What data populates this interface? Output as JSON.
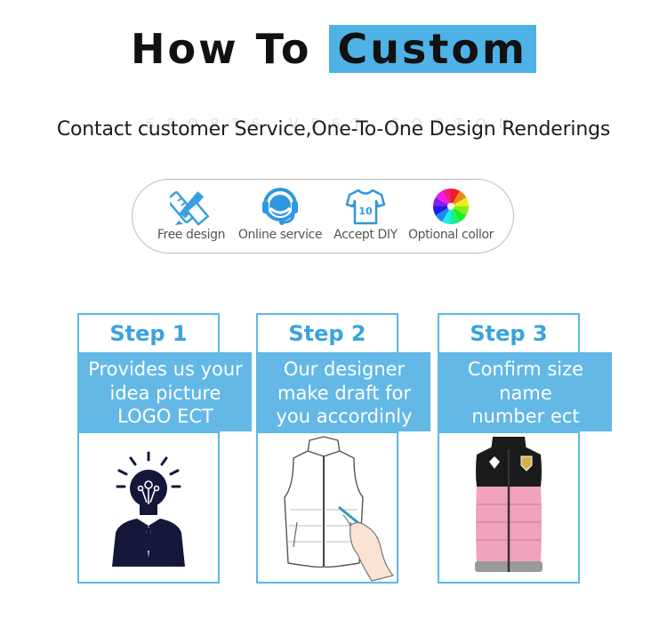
{
  "header": {
    "title_part1": "How To",
    "title_part2": "Custom",
    "watermark": "SPORTS VEST COTTON",
    "subtitle": "Contact customer Service,One-To-One Design Renderings"
  },
  "features": [
    {
      "label": "Free design",
      "icon": "pencil-ruler-icon"
    },
    {
      "label": "Online service",
      "icon": "headset-icon"
    },
    {
      "label": "Accept DIY",
      "icon": "tshirt-icon"
    },
    {
      "label": "Optional collor",
      "icon": "color-wheel-icon"
    }
  ],
  "steps": [
    {
      "step": "Step 1",
      "line1": "Provides us your",
      "line2": "idea picture",
      "line3": "LOGO ECT",
      "image": "lightbulb-businessman-icon"
    },
    {
      "step": "Step 2",
      "line1": "Our designer",
      "line2": "make draft for",
      "line3": "you accordinly",
      "image": "vest-sketch-icon"
    },
    {
      "step": "Step 3",
      "line1": "Confirm size",
      "line2": "name",
      "line3": "number ect",
      "image": "pink-vest-icon"
    }
  ],
  "tshirt_number": "10",
  "colors": {
    "accent": "#4fb2e6",
    "band": "#63b8e6",
    "step_text": "#3aa3dc",
    "vest_pink": "#f1a2bd",
    "vest_black": "#1a1a1a"
  }
}
